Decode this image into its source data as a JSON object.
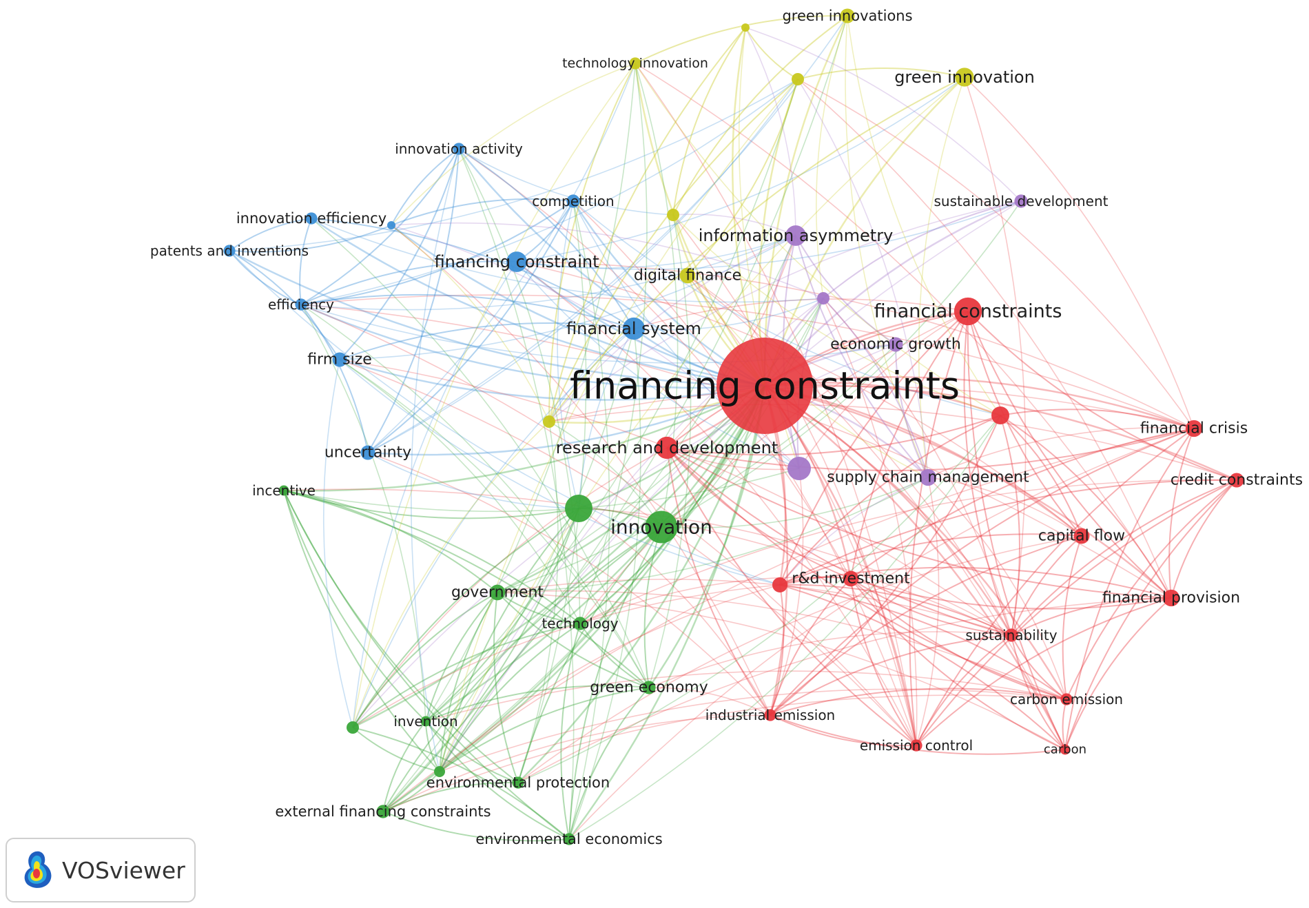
{
  "clusters": {
    "red": "#e8383e",
    "green": "#3aa63a",
    "blue": "#3d8fd6",
    "yellow": "#c8c81e",
    "purple": "#a478c8"
  },
  "nodes": [
    {
      "id": "fcs",
      "label": "financing constraints",
      "cluster": "red",
      "weight": 100
    },
    {
      "id": "fincon",
      "label": "financial constraints",
      "cluster": "red",
      "weight": 22
    },
    {
      "id": "rnd",
      "label": "research and development",
      "cluster": "red",
      "weight": 14
    },
    {
      "id": "fcrisis",
      "label": "financial crisis",
      "cluster": "red",
      "weight": 8
    },
    {
      "id": "credit",
      "label": "credit constraints",
      "cluster": "red",
      "weight": 6
    },
    {
      "id": "capflow",
      "label": "capital flow",
      "cluster": "red",
      "weight": 7
    },
    {
      "id": "rdinv",
      "label": "r&d investment",
      "cluster": "red",
      "weight": 7
    },
    {
      "id": "finprov",
      "label": "financial provision",
      "cluster": "red",
      "weight": 8
    },
    {
      "id": "sustain",
      "label": "sustainability",
      "cluster": "red",
      "weight": 5
    },
    {
      "id": "carbonem",
      "label": "carbon emission",
      "cluster": "red",
      "weight": 4
    },
    {
      "id": "indem",
      "label": "industrial emission",
      "cluster": "red",
      "weight": 4
    },
    {
      "id": "emctrl",
      "label": "emission control",
      "cluster": "red",
      "weight": 4
    },
    {
      "id": "carbon",
      "label": "carbon",
      "cluster": "red",
      "weight": 3
    },
    {
      "id": "innov",
      "label": "innovation",
      "cluster": "green",
      "weight": 30
    },
    {
      "id": "gov",
      "label": "government",
      "cluster": "green",
      "weight": 7
    },
    {
      "id": "tech",
      "label": "technology",
      "cluster": "green",
      "weight": 5
    },
    {
      "id": "greenecon",
      "label": "green economy",
      "cluster": "green",
      "weight": 5
    },
    {
      "id": "incentive",
      "label": "incentive",
      "cluster": "green",
      "weight": 3
    },
    {
      "id": "invention",
      "label": "invention",
      "cluster": "green",
      "weight": 3
    },
    {
      "id": "envprot",
      "label": "environmental protection",
      "cluster": "green",
      "weight": 4
    },
    {
      "id": "extfin",
      "label": "external financing constraints",
      "cluster": "green",
      "weight": 5
    },
    {
      "id": "envecon",
      "label": "environmental economics",
      "cluster": "green",
      "weight": 4
    },
    {
      "id": "finconstr",
      "label": "financing constraint",
      "cluster": "blue",
      "weight": 12
    },
    {
      "id": "finsys",
      "label": "financial system",
      "cluster": "blue",
      "weight": 14
    },
    {
      "id": "firmsize",
      "label": "firm size",
      "cluster": "blue",
      "weight": 6
    },
    {
      "id": "uncert",
      "label": "uncertainty",
      "cluster": "blue",
      "weight": 6
    },
    {
      "id": "innoveff",
      "label": "innovation efficiency",
      "cluster": "blue",
      "weight": 4
    },
    {
      "id": "patents",
      "label": "patents and inventions",
      "cluster": "blue",
      "weight": 4
    },
    {
      "id": "efficiency",
      "label": "efficiency",
      "cluster": "blue",
      "weight": 4
    },
    {
      "id": "competition",
      "label": "competition",
      "cluster": "blue",
      "weight": 5
    },
    {
      "id": "innovact",
      "label": "innovation activity",
      "cluster": "blue",
      "weight": 4
    },
    {
      "id": "greeninnov",
      "label": "green innovation",
      "cluster": "yellow",
      "weight": 10
    },
    {
      "id": "greeninnovs",
      "label": "green innovations",
      "cluster": "yellow",
      "weight": 6
    },
    {
      "id": "techinnov",
      "label": "technology innovation",
      "cluster": "yellow",
      "weight": 4
    },
    {
      "id": "digfin",
      "label": "digital finance",
      "cluster": "yellow",
      "weight": 7
    },
    {
      "id": "infoasym",
      "label": "information asymmetry",
      "cluster": "purple",
      "weight": 12
    },
    {
      "id": "sustdev",
      "label": "sustainable development",
      "cluster": "purple",
      "weight": 5
    },
    {
      "id": "econgrowth",
      "label": "economic growth",
      "cluster": "purple",
      "weight": 6
    },
    {
      "id": "scm",
      "label": "supply chain management",
      "cluster": "purple",
      "weight": 8
    }
  ],
  "logo": {
    "text": "VOSviewer"
  }
}
